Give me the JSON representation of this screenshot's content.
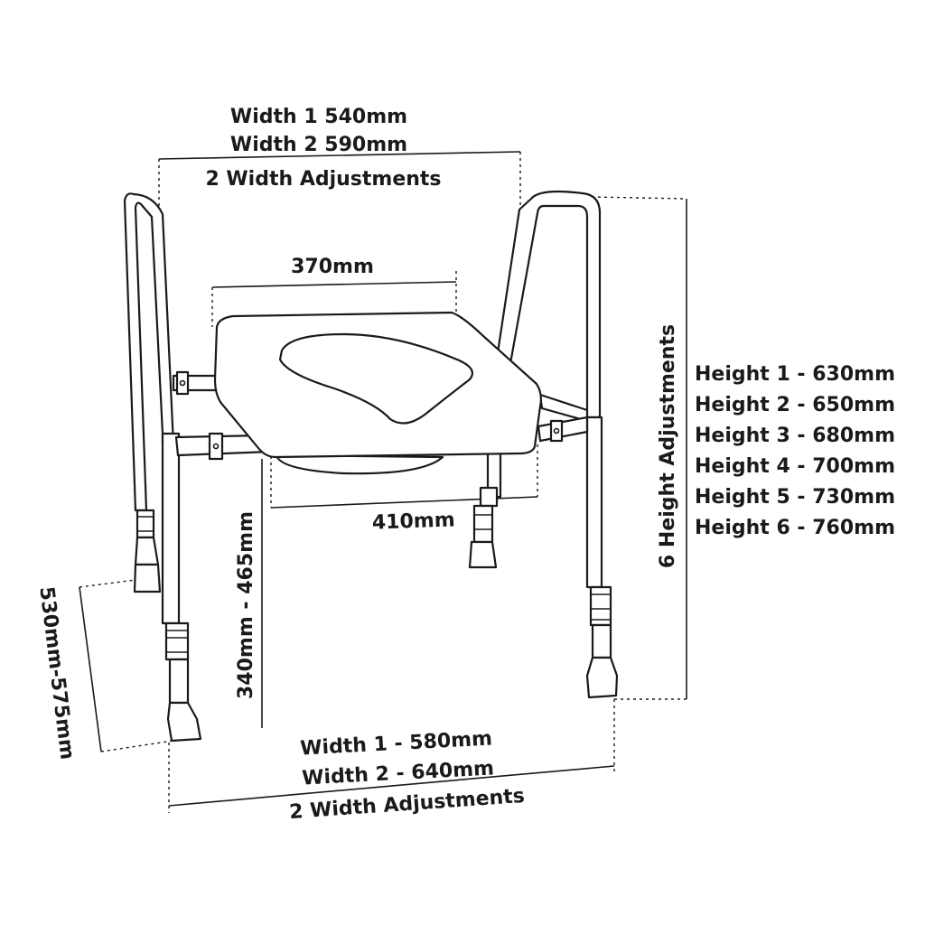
{
  "top_width": {
    "line1": "Width 1 540mm",
    "line2": "Width 2 590mm",
    "line3": "2 Width Adjustments"
  },
  "seat_width": "370mm",
  "seat_depth": "410mm",
  "seat_height": "340mm - 465mm",
  "frame_depth": "530mm-575mm",
  "height_adjustments": {
    "title": "6 Height Adjustments",
    "items": [
      "Height 1 - 630mm",
      "Height 2 - 650mm",
      "Height 3 - 680mm",
      "Height 4 - 700mm",
      "Height 5 - 730mm",
      "Height 6 - 760mm"
    ]
  },
  "bottom_width": {
    "line1": "Width 1 - 580mm",
    "line2": "Width 2 - 640mm",
    "line3": "2 Width Adjustments"
  }
}
